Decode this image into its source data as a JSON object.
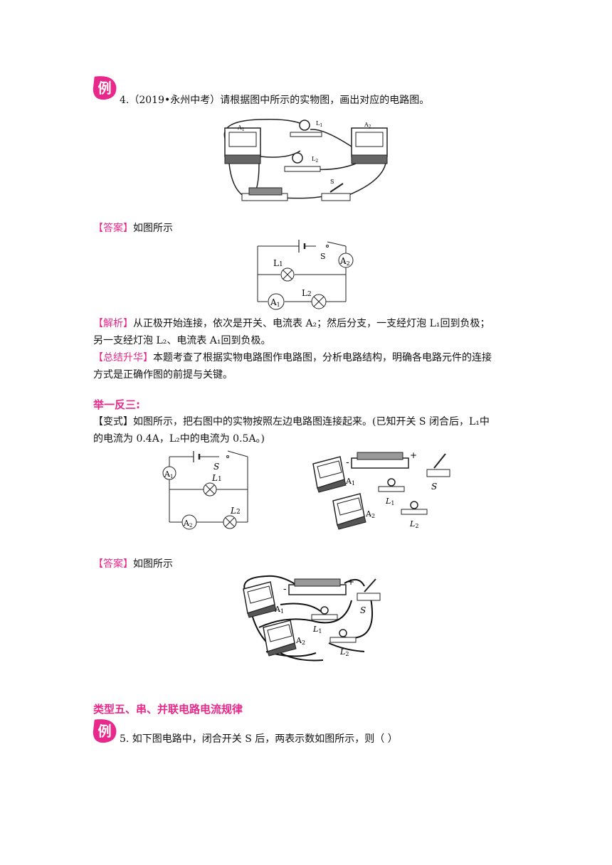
{
  "badge_char": "例",
  "ex4": {
    "question": "4.（2019•永州中考）请根据图中所示的实物图，画出对应的电路图。",
    "fig_labels": {
      "a1": "A",
      "a1_sub": "1",
      "a2": "A",
      "a2_sub": "2",
      "l1": "L",
      "l1_sub": "1",
      "l2": "L",
      "l2_sub": "2",
      "s": "S"
    }
  },
  "ans1": {
    "tag": "【答案】",
    "text": "如图所示"
  },
  "circuit1": {
    "s": "S",
    "a2": "A",
    "a2_sub": "2",
    "l1": "L",
    "l1_sub": "1",
    "a1": "A",
    "a1_sub": "1",
    "l2": "L",
    "l2_sub": "2"
  },
  "analysis": {
    "tag": "【解析】",
    "line1": "从正极开始连接，依次是开关、电流表 A₂；然后分支，一支经灯泡 L₁回到负极；",
    "line2": "另一支经灯泡 L₂、电流表 A₁回到负极。"
  },
  "summary": {
    "tag": "【总结升华】",
    "line1": "本题考查了根据实物电路图作电路图，分析电路结构，明确各电路元件的连接",
    "line2": "方式是正确作图的前提与关键。"
  },
  "practice_heading": "举一反三:",
  "variant": {
    "tag": "【变式】",
    "line1": "如图所示，把右图中的实物按照左边电路图连接起来。(已知开关 S 闭合后，L₁中",
    "line2": "的电流为 0.4A，L₂中的电流为 0.5A。)"
  },
  "circuit2": {
    "s": "S",
    "a1": "A",
    "a1_sub": "1",
    "l1": "L",
    "l1_sub": "1",
    "a2": "A",
    "a2_sub": "2",
    "l2": "L",
    "l2_sub": "2"
  },
  "fig3_labels": {
    "a1": "A",
    "a1_sub": "1",
    "a2": "A",
    "a2_sub": "2",
    "l1": "L",
    "l1_sub": "1",
    "l2": "L",
    "l2_sub": "2",
    "s": "S",
    "minus": "-",
    "plus": "+"
  },
  "ans2": {
    "tag": "【答案】",
    "text": "如图所示"
  },
  "section5": "类型五、串、并联电路电流规律",
  "ex5": {
    "question": "5.  如下图电路中，闭合开关 S 后，两表示数如图所示，则（      ）"
  }
}
